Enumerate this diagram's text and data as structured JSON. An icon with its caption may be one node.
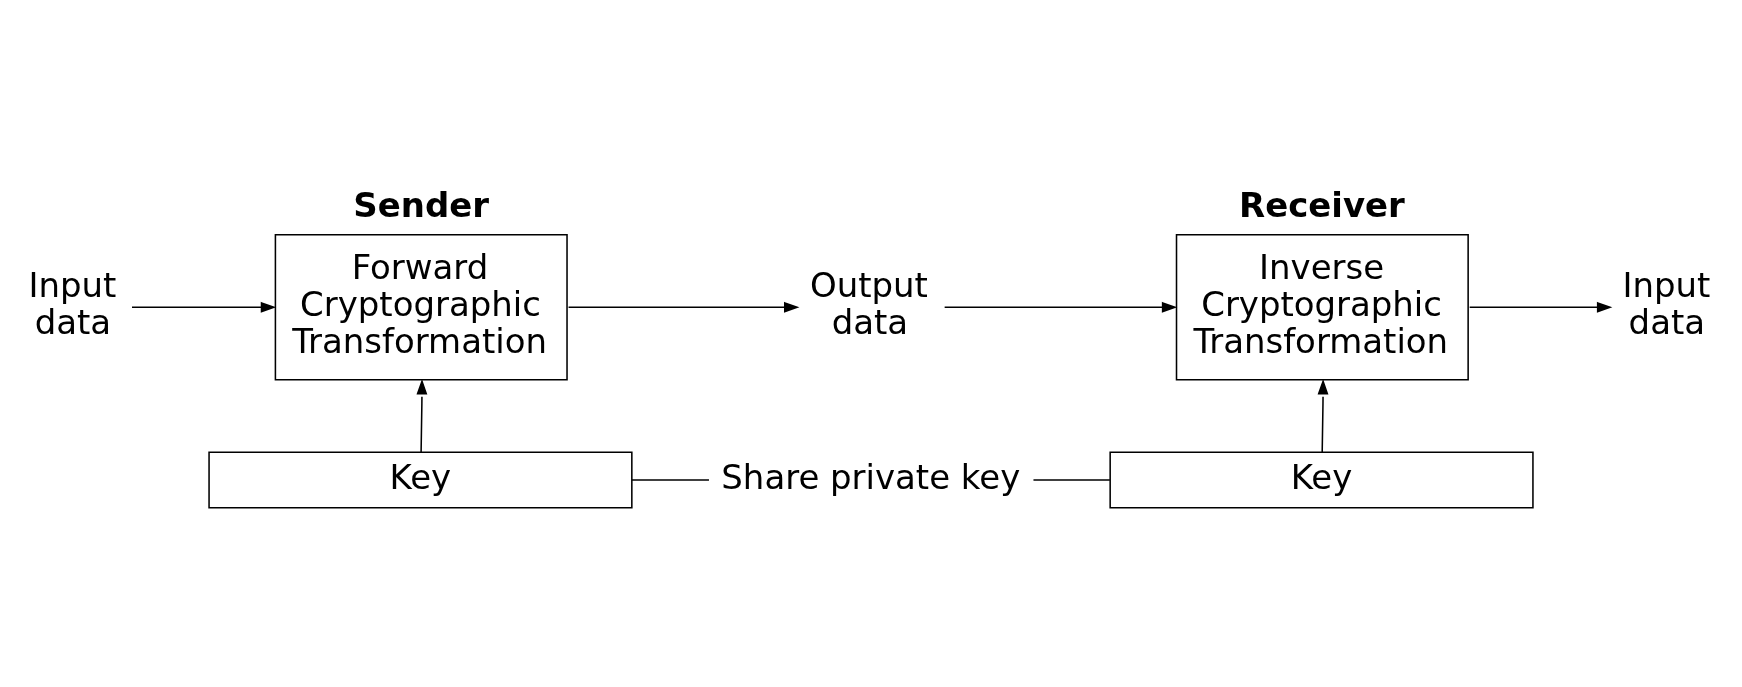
{
  "diagram": {
    "nodes": [
      {
        "text": [
          "Input data"
        ]
      },
      {
        "text": [
          "Sender",
          "Forward Cryptographic Transformation"
        ]
      },
      {
        "text": [
          "Key"
        ]
      },
      {
        "text": [
          "Output data"
        ]
      },
      {
        "text": [
          "Receiver",
          "Inverse Cryptographic Transformation"
        ]
      },
      {
        "text": [
          "Key"
        ]
      },
      {
        "text": [
          "Input data"
        ]
      },
      {
        "text": [
          "Share private key"
        ]
      }
    ],
    "edges": [
      {
        "from": 0,
        "to": 1,
        "arrow": "to"
      },
      {
        "from": 2,
        "to": 1,
        "arrow": "to"
      },
      {
        "from": 1,
        "to": 3,
        "arrow": "to"
      },
      {
        "from": 3,
        "to": 4,
        "arrow": "to"
      },
      {
        "from": 5,
        "to": 4,
        "arrow": "to"
      },
      {
        "from": 4,
        "to": 6,
        "arrow": "to"
      },
      {
        "from": 2,
        "to": 7,
        "arrow": "none"
      },
      {
        "from": 5,
        "to": 7,
        "arrow": "none"
      }
    ]
  }
}
